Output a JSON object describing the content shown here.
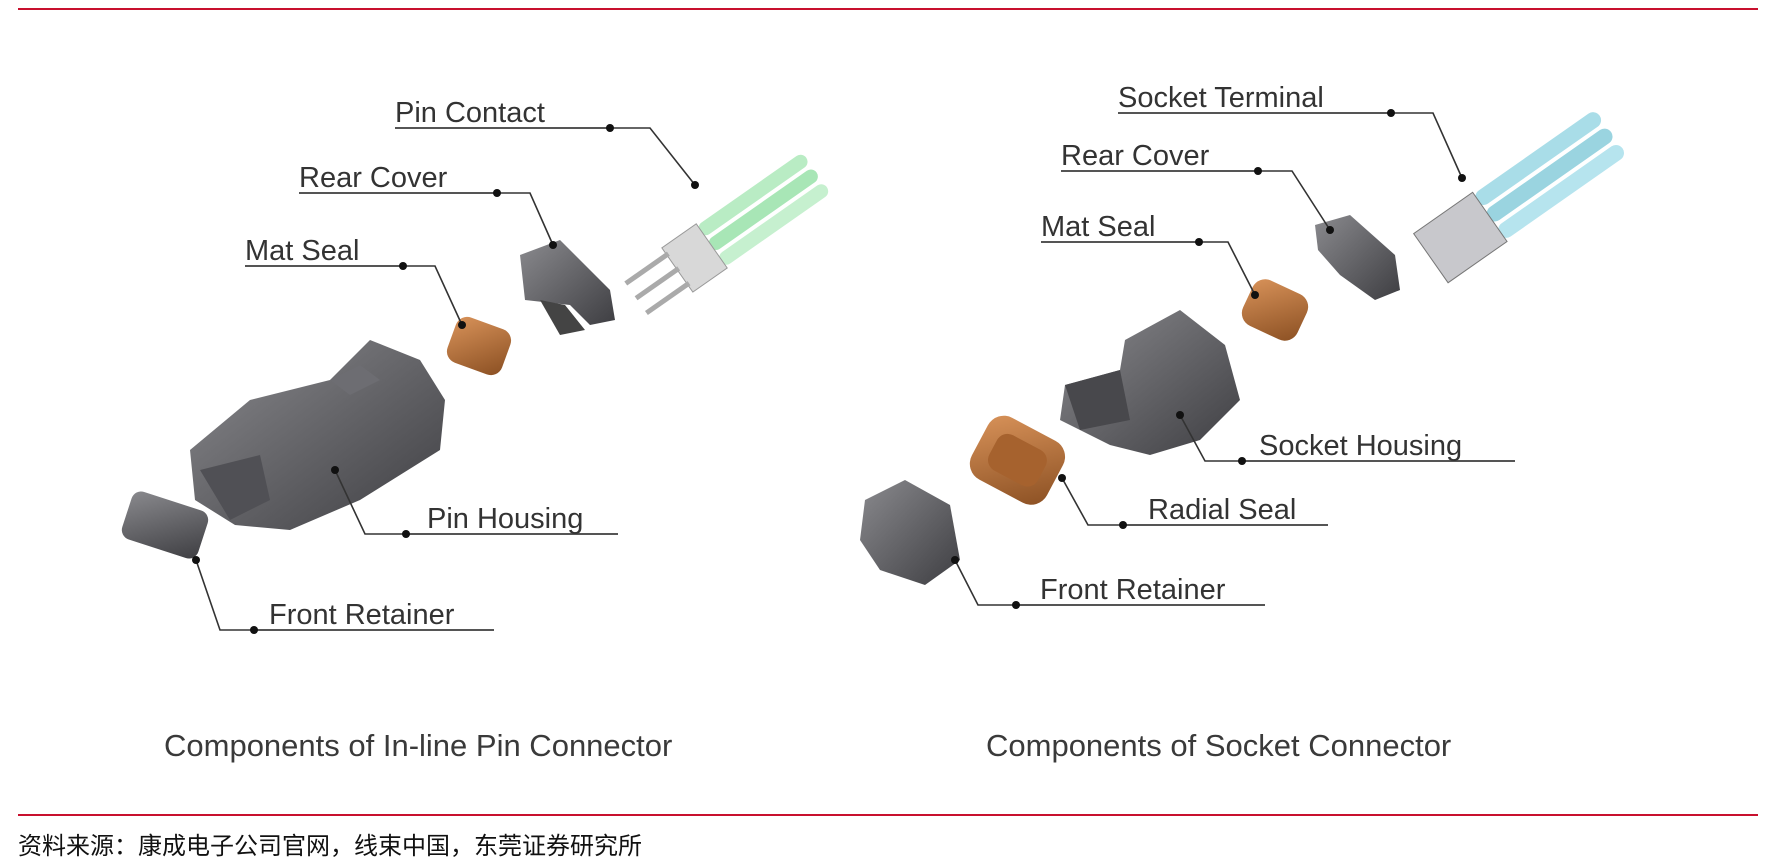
{
  "pin_connector": {
    "labels": {
      "pin_contact": "Pin Contact",
      "rear_cover": "Rear Cover",
      "mat_seal": "Mat Seal",
      "pin_housing": "Pin Housing",
      "front_retainer": "Front Retainer"
    },
    "caption": "Components of In-line Pin Connector"
  },
  "socket_connector": {
    "labels": {
      "socket_terminal": "Socket Terminal",
      "rear_cover": "Rear Cover",
      "mat_seal": "Mat Seal",
      "socket_housing": "Socket Housing",
      "radial_seal": "Radial Seal",
      "front_retainer": "Front Retainer"
    },
    "caption": "Components of Socket Connector"
  },
  "footer": {
    "source": "资料来源：康成电子公司官网，线束中国，东莞证券研究所"
  },
  "colors": {
    "rule": "#c8102e",
    "housing": "#5a5a5e",
    "seal": "#b8733a",
    "pin_wire": "#b9ecc4",
    "socket_wire": "#a9dde8"
  }
}
